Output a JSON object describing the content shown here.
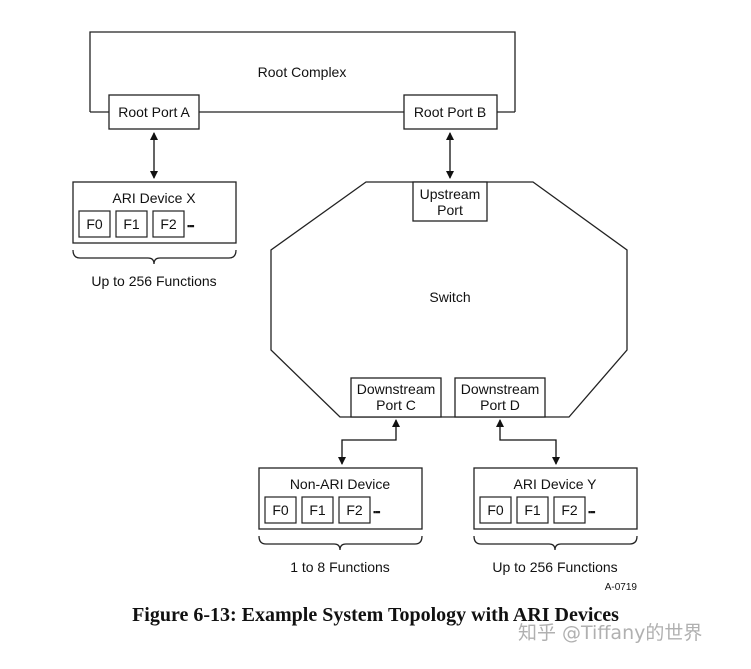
{
  "root_complex": {
    "label": "Root Complex"
  },
  "root_port_a": {
    "label": "Root Port A"
  },
  "root_port_b": {
    "label": "Root Port B"
  },
  "ari_device_x": {
    "label": "ARI Device X",
    "functions": [
      "F0",
      "F1",
      "F2"
    ],
    "ellipsis": "▪▪▪",
    "brace_label": "Up to 256 Functions"
  },
  "switch": {
    "label": "Switch",
    "upstream_port": {
      "line1": "Upstream",
      "line2": "Port"
    },
    "downstream_port_c": {
      "line1": "Downstream",
      "line2": "Port C"
    },
    "downstream_port_d": {
      "line1": "Downstream",
      "line2": "Port D"
    }
  },
  "non_ari_device": {
    "label": "Non-ARI Device",
    "functions": [
      "F0",
      "F1",
      "F2"
    ],
    "ellipsis": "▪▪▪",
    "brace_label": "1 to 8 Functions"
  },
  "ari_device_y": {
    "label": "ARI Device Y",
    "functions": [
      "F0",
      "F1",
      "F2"
    ],
    "ellipsis": "▪▪▪",
    "brace_label": "Up to 256 Functions"
  },
  "figure_id": "A-0719",
  "caption": "Figure 6-13:  Example System Topology with ARI Devices",
  "watermark": "知乎 @Tiffany的世界"
}
